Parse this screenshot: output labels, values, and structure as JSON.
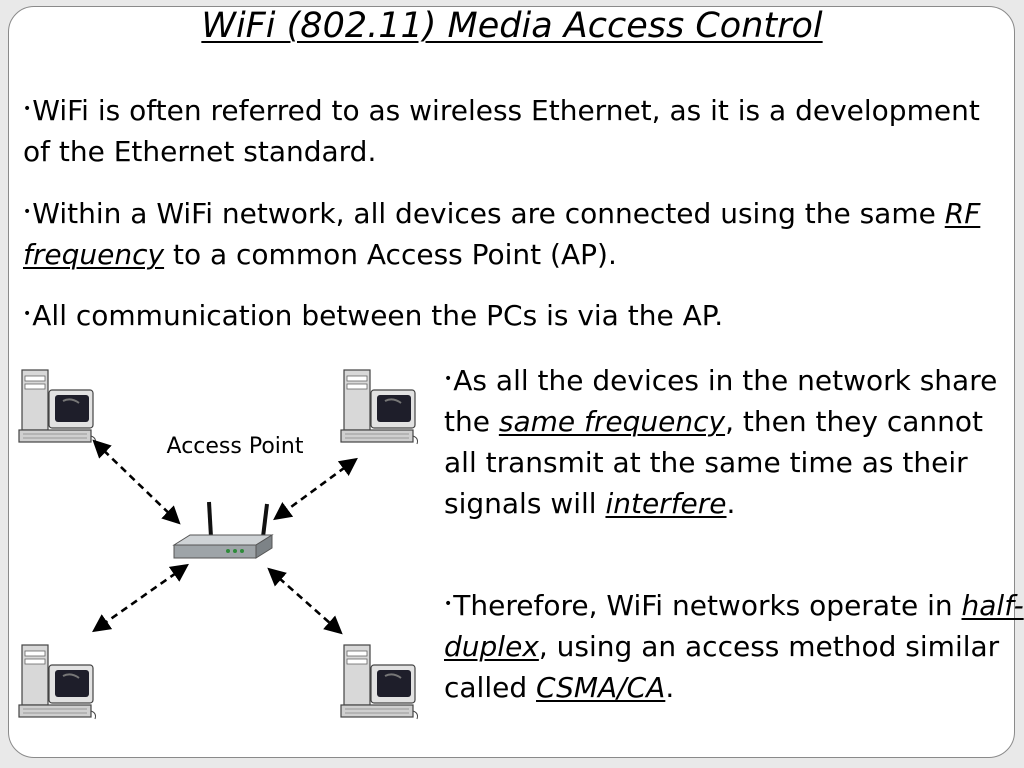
{
  "title": "WiFi (802.11) Media Access Control",
  "bullets": {
    "b1": "WiFi is often referred to as wireless Ethernet, as it is a development of the Ethernet standard.",
    "b2_pre": "Within a WiFi network, all devices are connected using the same ",
    "b2_em": "RF frequency",
    "b2_post": " to a common Access Point (AP).",
    "b3": "All communication between the PCs is via the AP.",
    "b4_pre": "As all the devices in the network share the ",
    "b4_em": "same frequency",
    "b4_mid": ", then they cannot all transmit at the same time as their signals will ",
    "b4_em2": "interfere",
    "b4_post": ".",
    "b5_pre": "Therefore, WiFi networks operate in ",
    "b5_em": "half-duplex",
    "b5_mid": ", using an access method similar called ",
    "b5_em2": "CSMA/CA",
    "b5_post": "."
  },
  "diagram": {
    "ap_label": "Access Point",
    "computer_icon": "desktop-computer-icon",
    "router_icon": "wireless-router-icon"
  }
}
